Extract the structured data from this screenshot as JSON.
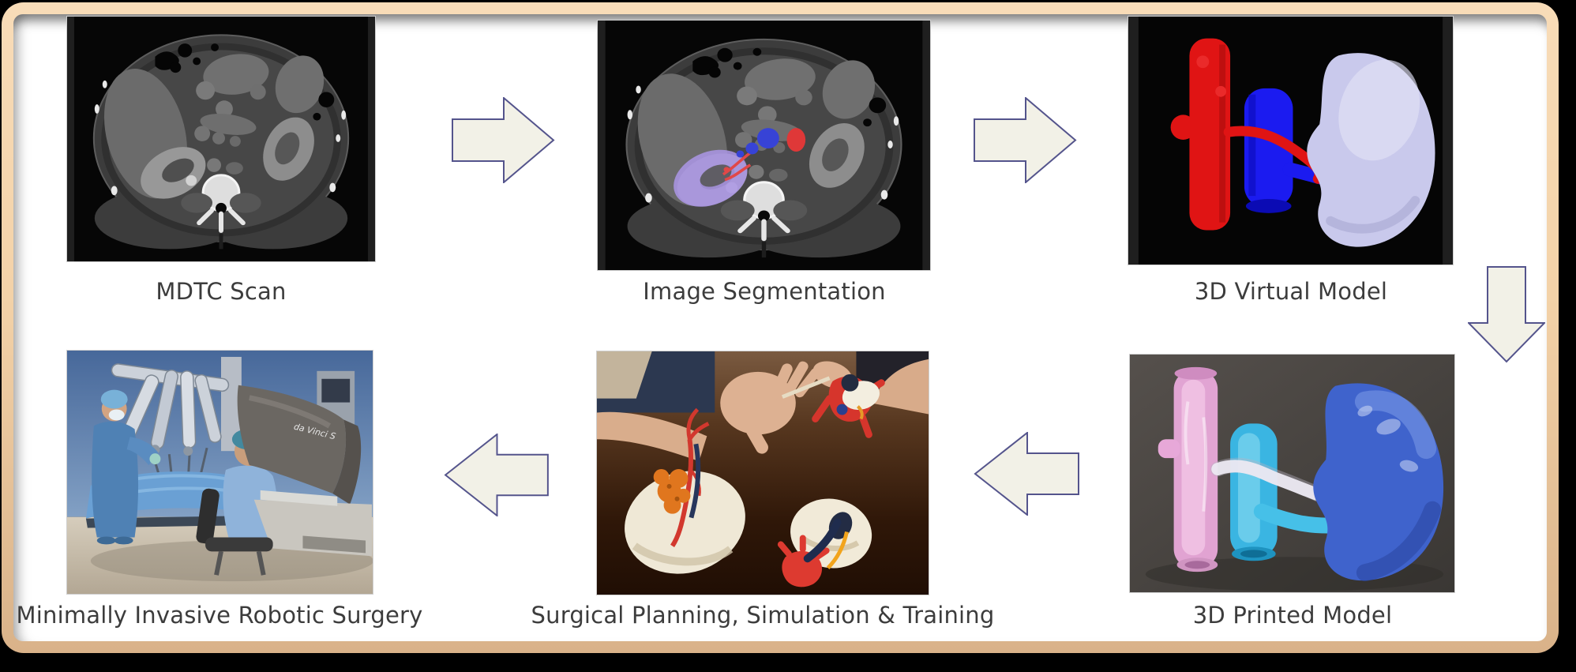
{
  "page": {
    "background": "#000000"
  },
  "frame": {
    "border_color": "#eccb9f",
    "inner_background": "#ffffff"
  },
  "connector_style": {
    "fill": "#f2f1e7",
    "stroke": "#54548c"
  },
  "steps": {
    "mdtc_scan": {
      "caption": "MDTC Scan",
      "alt": "Axial contrast-enhanced CT slice of the abdomen on black background"
    },
    "image_segmentation": {
      "caption": "Image Segmentation",
      "alt": "Same CT slice with segmentation overlays",
      "overlay_colors": {
        "kidney": "#ab97e6",
        "vein": "#3743d6",
        "artery": "#df3838"
      }
    },
    "virtual_model": {
      "caption": "3D Virtual Model",
      "alt": "3D reconstruction: red aorta, blue vena cava, pale lavender kidney on black",
      "colors": {
        "aorta": "#e01414",
        "vena_cava": "#1b1bf0",
        "kidney": "#c9c9ec"
      }
    },
    "printed_model": {
      "caption": "3D Printed Model",
      "alt": "3D printed model: pink aorta, cyan vein, white artery, blue kidney",
      "colors": {
        "aorta": "#e7a8d8",
        "vein": "#3ab5e2",
        "artery": "#ece9f2",
        "kidney": "#3f63cc"
      }
    },
    "planning": {
      "caption": "Surgical Planning, Simulation & Training",
      "alt": "Hands demonstrating 3D printed kidney models with vessels and tumor on a wooden table"
    },
    "robotic_surgery": {
      "caption": "Minimally Invasive Robotic Surgery",
      "machine_label": "da Vinci S",
      "alt": "Surgeon seated at da Vinci console beside draped patient and robot arms"
    }
  },
  "connectors": {
    "scan_to_segmentation": {
      "direction": "right"
    },
    "segmentation_to_virtual": {
      "direction": "right"
    },
    "virtual_to_printed": {
      "direction": "down"
    },
    "printed_to_planning": {
      "direction": "left"
    },
    "planning_to_surgery": {
      "direction": "left"
    }
  }
}
